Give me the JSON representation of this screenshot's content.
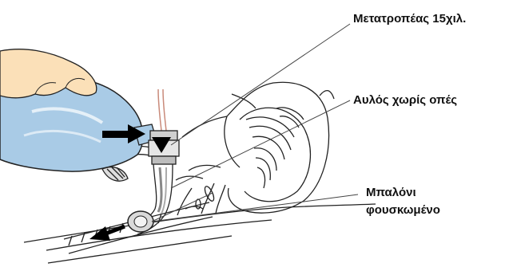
{
  "labels": {
    "adapter": "Μετατροπέας 15χιλ.",
    "tube": "Αυλός χωρίς οπές",
    "cuff_line1": "Μπαλόνι",
    "cuff_line2": "φουσκωμένο"
  },
  "colors": {
    "bag_fill": "#a9cbe6",
    "hand_fill": "#fbe0b8",
    "outline": "#222222",
    "arrow": "#000000",
    "background": "#ffffff"
  }
}
